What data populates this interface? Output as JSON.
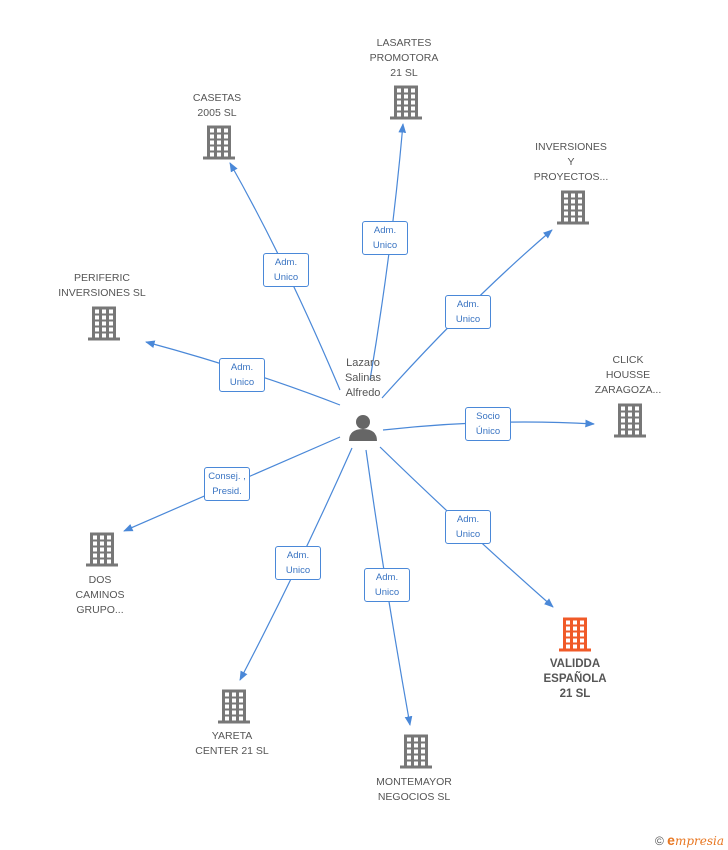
{
  "center": {
    "name_lines": [
      "Lazaro",
      "Salinas",
      "Alfredo"
    ],
    "icon": "person-icon"
  },
  "nodes": [
    {
      "id": "lasartes",
      "lines": [
        "LASARTES",
        "PROMOTORA",
        "21 SL"
      ],
      "icon": "building-icon",
      "highlight": false
    },
    {
      "id": "casetas",
      "lines": [
        "CASETAS",
        "2005 SL"
      ],
      "icon": "building-icon",
      "highlight": false
    },
    {
      "id": "inversiones",
      "lines": [
        "INVERSIONES",
        "Y",
        "PROYECTOS..."
      ],
      "icon": "building-icon",
      "highlight": false
    },
    {
      "id": "periferic",
      "lines": [
        "PERIFERIC",
        "INVERSIONES SL"
      ],
      "icon": "building-icon",
      "highlight": false
    },
    {
      "id": "click",
      "lines": [
        "CLICK",
        "HOUSSE",
        "ZARAGOZA..."
      ],
      "icon": "building-icon",
      "highlight": false
    },
    {
      "id": "dos",
      "lines": [
        "DOS",
        "CAMINOS",
        "GRUPO..."
      ],
      "icon": "building-icon",
      "highlight": false
    },
    {
      "id": "validda",
      "lines": [
        "VALIDDA",
        "ESPAÑOLA",
        "21 SL"
      ],
      "icon": "building-icon",
      "highlight": true
    },
    {
      "id": "yareta",
      "lines": [
        "YARETA",
        "CENTER 21 SL"
      ],
      "icon": "building-icon",
      "highlight": false
    },
    {
      "id": "montemayor",
      "lines": [
        "MONTEMAYOR",
        "NEGOCIOS SL"
      ],
      "icon": "building-icon",
      "highlight": false
    }
  ],
  "edges": [
    {
      "to": "lasartes",
      "lines": [
        "Adm.",
        "Unico"
      ]
    },
    {
      "to": "casetas",
      "lines": [
        "Adm.",
        "Unico"
      ]
    },
    {
      "to": "inversiones",
      "lines": [
        "Adm.",
        "Unico"
      ]
    },
    {
      "to": "periferic",
      "lines": [
        "Adm.",
        "Unico"
      ]
    },
    {
      "to": "click",
      "lines": [
        "Socio",
        "Único"
      ]
    },
    {
      "to": "dos",
      "lines": [
        "Consej. ,",
        "Presid."
      ]
    },
    {
      "to": "validda",
      "lines": [
        "Adm.",
        "Unico"
      ]
    },
    {
      "to": "yareta",
      "lines": [
        "Adm.",
        "Unico"
      ]
    },
    {
      "to": "montemayor",
      "lines": [
        "Adm.",
        "Unico"
      ]
    }
  ],
  "colors": {
    "edge": "#4a88d8",
    "building": "#777777",
    "building_highlight": "#f05a28",
    "person": "#666666"
  },
  "footer": {
    "copyright": "©",
    "brand_initial": "e",
    "brand_rest": "mpresia"
  }
}
